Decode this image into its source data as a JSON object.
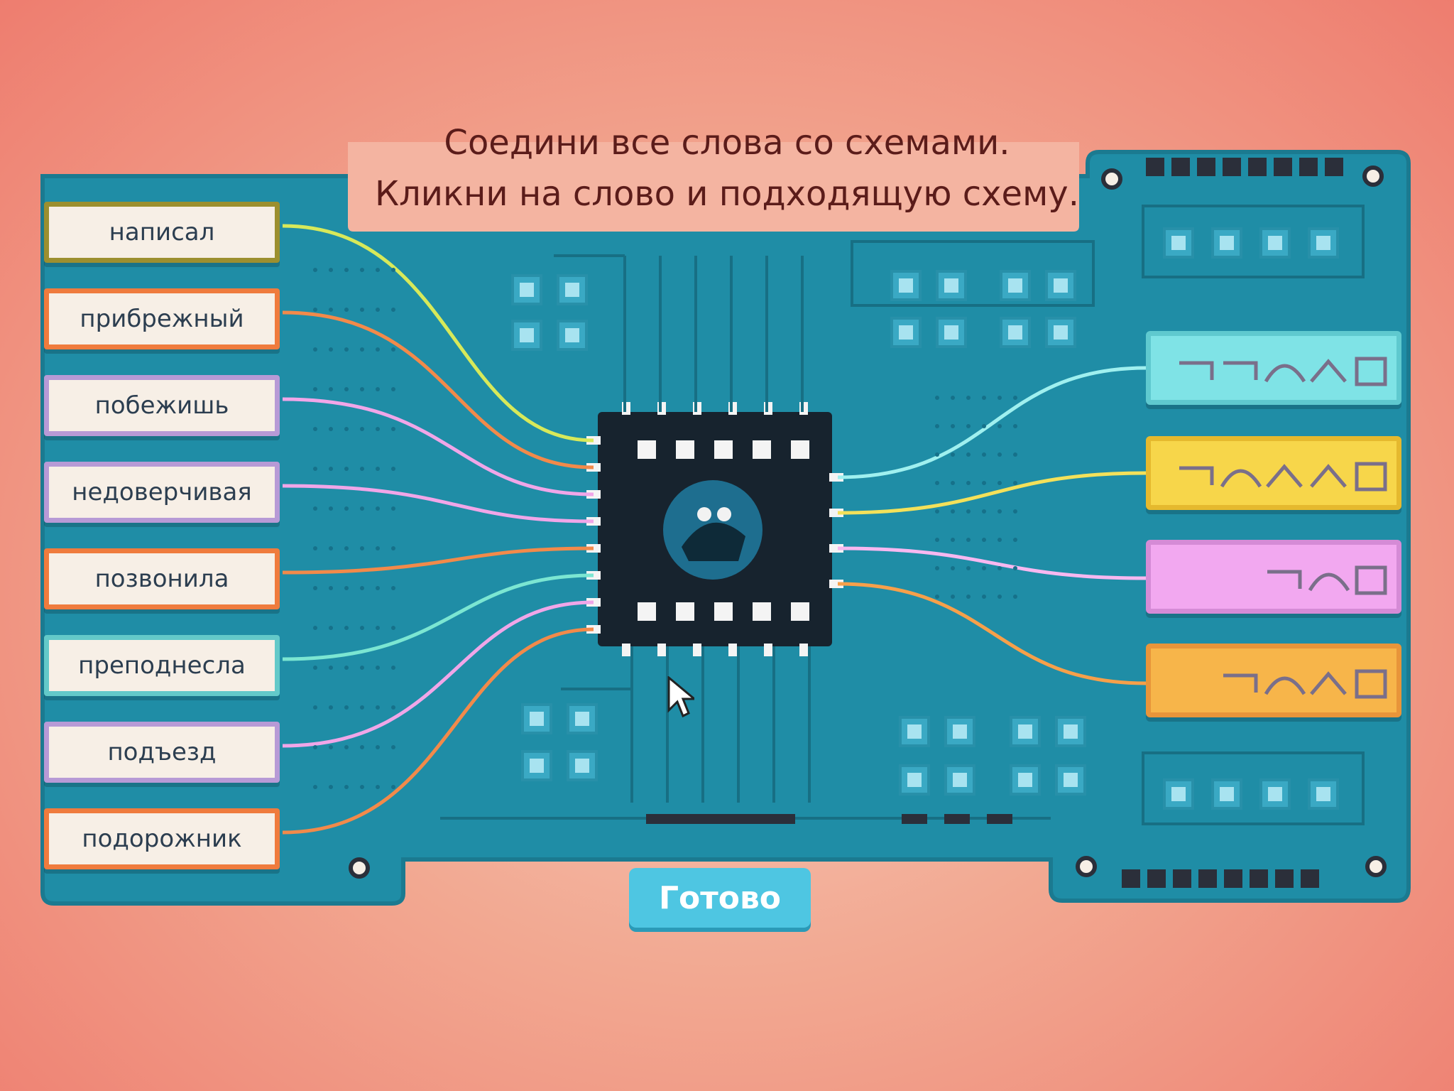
{
  "instructions": {
    "line1": "Соедини все слова со схемами.",
    "line2": "Кликни на слово и подходящую схему."
  },
  "words": [
    {
      "label": "написал",
      "color": "#9c8f2f"
    },
    {
      "label": "прибрежный",
      "color": "#ef7b3d"
    },
    {
      "label": "побежишь",
      "color": "#b79ad6"
    },
    {
      "label": "недоверчивая",
      "color": "#b79ad6"
    },
    {
      "label": "позвонила",
      "color": "#ef7b3d"
    },
    {
      "label": "преподнесла",
      "color": "#63c9c9"
    },
    {
      "label": "подъезд",
      "color": "#b79ad6"
    },
    {
      "label": "подорожник",
      "color": "#ef7b3d"
    }
  ],
  "schemes": [
    {
      "name": "scheme-1",
      "parts": [
        "prefix",
        "prefix",
        "root",
        "suffix",
        "ending"
      ],
      "color": "#7fe3e6",
      "border": "#5fc9cf"
    },
    {
      "name": "scheme-2",
      "parts": [
        "prefix",
        "root",
        "suffix",
        "suffix",
        "ending"
      ],
      "color": "#f7d64a",
      "border": "#e5b92e"
    },
    {
      "name": "scheme-3",
      "parts": [
        "prefix",
        "root",
        "ending"
      ],
      "color": "#f2a8f0",
      "border": "#d58bd6"
    },
    {
      "name": "scheme-4",
      "parts": [
        "prefix",
        "root",
        "suffix",
        "ending"
      ],
      "color": "#f7b54a",
      "border": "#e8953a"
    }
  ],
  "connections": [
    {
      "side": "left",
      "color": "#d7e95a"
    },
    {
      "side": "left",
      "color": "#f28a4a"
    },
    {
      "side": "left",
      "color": "#f0a6e8"
    },
    {
      "side": "left",
      "color": "#f0a6e8"
    },
    {
      "side": "left",
      "color": "#f28a4a"
    },
    {
      "side": "left",
      "color": "#7be6d2"
    },
    {
      "side": "left",
      "color": "#f0a6e8"
    },
    {
      "side": "left",
      "color": "#f28a4a"
    },
    {
      "side": "right",
      "color": "#9ff0ef"
    },
    {
      "side": "right",
      "color": "#f3e15a"
    },
    {
      "side": "right",
      "color": "#f7b8f0"
    },
    {
      "side": "right",
      "color": "#f6a04a"
    }
  ],
  "board": {
    "color": "#1f8da6",
    "trace": "#176f84",
    "chip": "#17232e"
  },
  "ready_label": "Готово"
}
